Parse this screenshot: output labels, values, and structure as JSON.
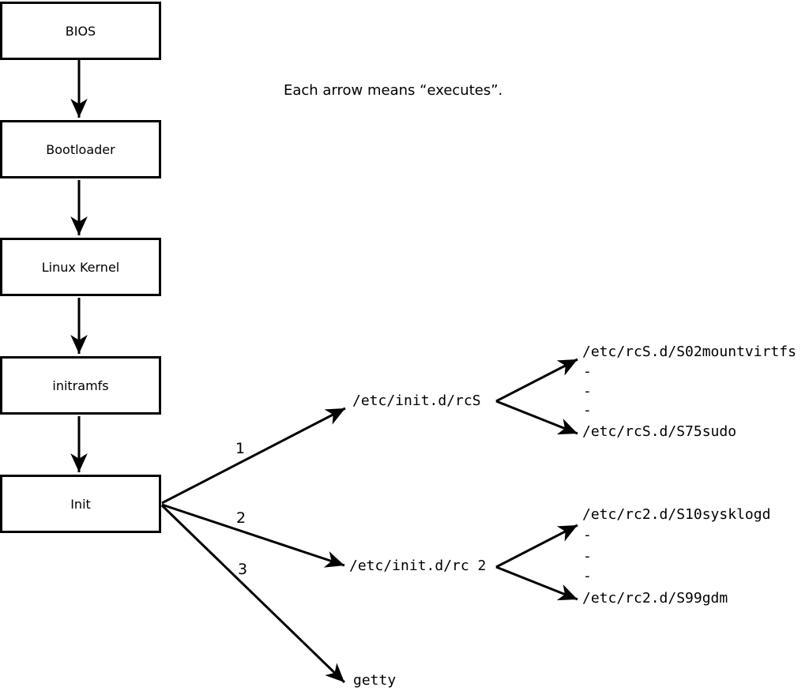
{
  "note": "Each arrow means “executes”.",
  "colors": {
    "foreground": "#000000",
    "background": "#ffffff"
  },
  "chain": [
    {
      "label": "BIOS"
    },
    {
      "label": "Bootloader"
    },
    {
      "label": "Linux Kernel"
    },
    {
      "label": "initramfs"
    },
    {
      "label": "Init"
    }
  ],
  "branches": [
    {
      "number": "1",
      "target": "/etc/init.d/rcS",
      "children": [
        "/etc/rcS.d/S02mountvirtfs",
        "-",
        "-",
        "-",
        "/etc/rcS.d/S75sudo"
      ]
    },
    {
      "number": "2",
      "target": "/etc/init.d/rc 2",
      "children": [
        "/etc/rc2.d/S10sysklogd",
        "-",
        "-",
        "-",
        "/etc/rc2.d/S99gdm"
      ]
    },
    {
      "number": "3",
      "target": "getty",
      "children": []
    }
  ]
}
